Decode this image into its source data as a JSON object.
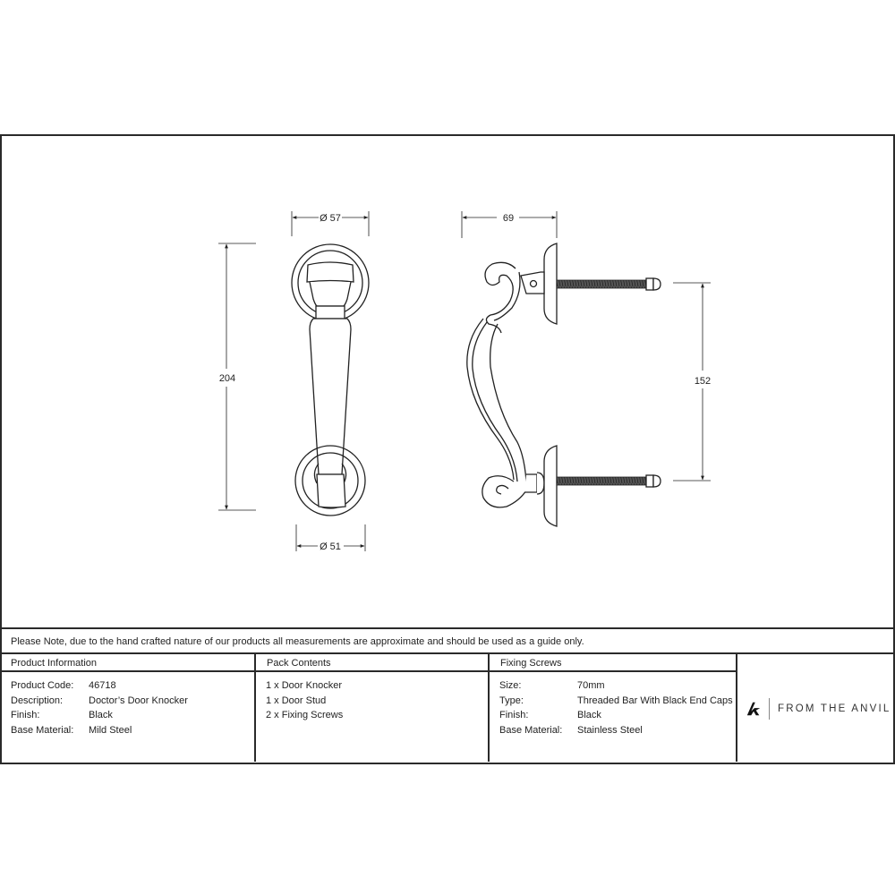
{
  "drawing": {
    "front_view": {
      "top_diameter": "Ø 57",
      "bottom_diameter": "Ø 51",
      "overall_height": "204"
    },
    "side_view": {
      "projection": "69",
      "fixing_centres": "152"
    }
  },
  "note": "Please Note, due to the hand crafted nature of our products all measurements are approximate and should be used as a guide only.",
  "product_information": {
    "heading": "Product Information",
    "rows": [
      {
        "label": "Product Code:",
        "value": "46718"
      },
      {
        "label": "Description:",
        "value": "Doctor’s Door Knocker"
      },
      {
        "label": "Finish:",
        "value": "Black"
      },
      {
        "label": "Base Material:",
        "value": "Mild Steel"
      }
    ]
  },
  "pack_contents": {
    "heading": "Pack Contents",
    "items": [
      "1 x Door Knocker",
      "1 x Door Stud",
      "2 x Fixing Screws"
    ]
  },
  "fixing_screws": {
    "heading": "Fixing Screws",
    "rows": [
      {
        "label": "Size:",
        "value": "70mm"
      },
      {
        "label": "Type:",
        "value": "Threaded Bar With Black End Caps"
      },
      {
        "label": "Finish:",
        "value": "Black"
      },
      {
        "label": "Base Material:",
        "value": "Stainless Steel"
      }
    ]
  },
  "brand": {
    "name": "FROM THE ANVIL",
    "logo_icon": "anvil-a-logo-icon"
  }
}
